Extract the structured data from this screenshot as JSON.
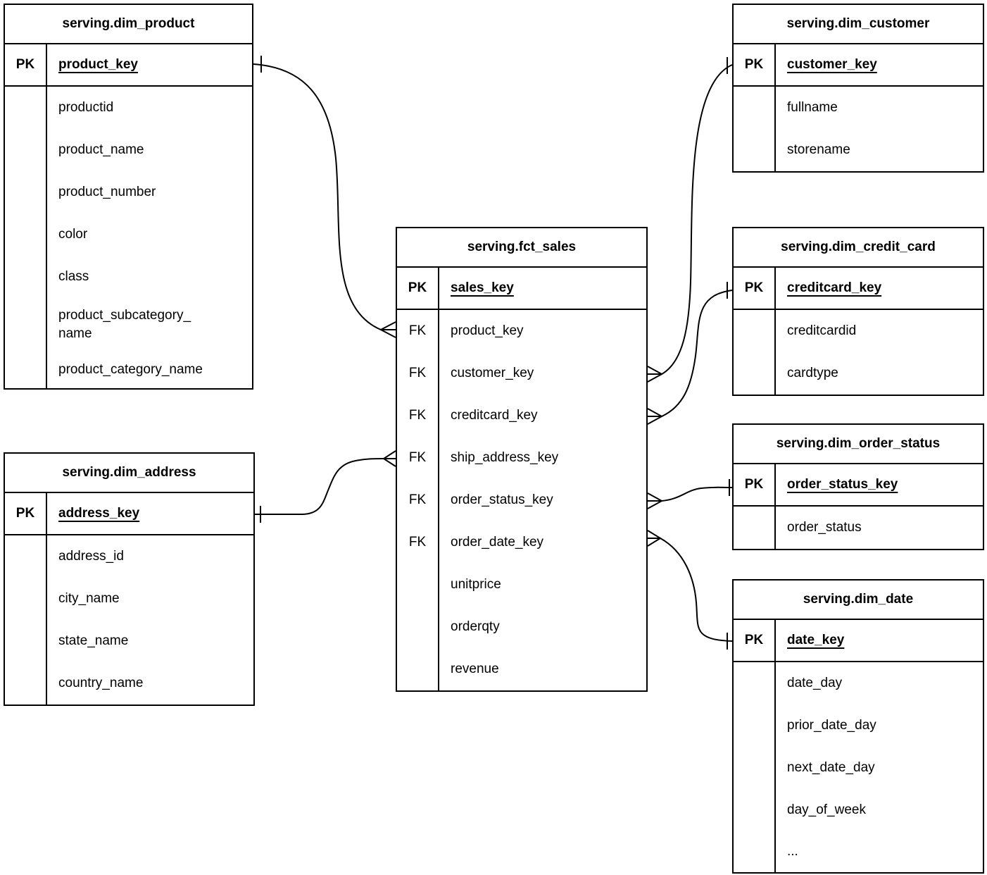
{
  "colors": {
    "line": "#000000",
    "background": "#ffffff",
    "text": "#000000"
  },
  "tables": {
    "dim_product": {
      "title": "serving.dim_product",
      "pk_label": "PK",
      "pk_field": "product_key",
      "rows": [
        {
          "key": "",
          "name": "productid"
        },
        {
          "key": "",
          "name": "product_name"
        },
        {
          "key": "",
          "name": "product_number"
        },
        {
          "key": "",
          "name": "color"
        },
        {
          "key": "",
          "name": "class"
        },
        {
          "key": "",
          "name": "product_subcategory_\nname"
        },
        {
          "key": "",
          "name": "product_category_name"
        }
      ]
    },
    "dim_customer": {
      "title": "serving.dim_customer",
      "pk_label": "PK",
      "pk_field": "customer_key",
      "rows": [
        {
          "key": "",
          "name": "fullname"
        },
        {
          "key": "",
          "name": "storename"
        }
      ]
    },
    "fct_sales": {
      "title": "serving.fct_sales",
      "pk_label": "PK",
      "pk_field": "sales_key",
      "rows": [
        {
          "key": "FK",
          "name": "product_key"
        },
        {
          "key": "FK",
          "name": "customer_key"
        },
        {
          "key": "FK",
          "name": "creditcard_key"
        },
        {
          "key": "FK",
          "name": "ship_address_key"
        },
        {
          "key": "FK",
          "name": "order_status_key"
        },
        {
          "key": "FK",
          "name": "order_date_key"
        },
        {
          "key": "",
          "name": "unitprice"
        },
        {
          "key": "",
          "name": "orderqty"
        },
        {
          "key": "",
          "name": "revenue"
        }
      ]
    },
    "dim_credit_card": {
      "title": "serving.dim_credit_card",
      "pk_label": "PK",
      "pk_field": "creditcard_key",
      "rows": [
        {
          "key": "",
          "name": "creditcardid"
        },
        {
          "key": "",
          "name": "cardtype"
        }
      ]
    },
    "dim_order_status": {
      "title": "serving.dim_order_status",
      "pk_label": "PK",
      "pk_field": "order_status_key",
      "rows": [
        {
          "key": "",
          "name": "order_status"
        }
      ]
    },
    "dim_date": {
      "title": "serving.dim_date",
      "pk_label": "PK",
      "pk_field": "date_key",
      "rows": [
        {
          "key": "",
          "name": "date_day"
        },
        {
          "key": "",
          "name": "prior_date_day"
        },
        {
          "key": "",
          "name": "next_date_day"
        },
        {
          "key": "",
          "name": "day_of_week"
        },
        {
          "key": "",
          "name": "..."
        }
      ]
    },
    "dim_address": {
      "title": "serving.dim_address",
      "pk_label": "PK",
      "pk_field": "address_key",
      "rows": [
        {
          "key": "",
          "name": "address_id"
        },
        {
          "key": "",
          "name": "city_name"
        },
        {
          "key": "",
          "name": "state_name"
        },
        {
          "key": "",
          "name": "country_name"
        }
      ]
    }
  },
  "relationships": [
    {
      "from": "serving.dim_product.product_key",
      "to": "serving.fct_sales.product_key",
      "cardinality": "one-to-many"
    },
    {
      "from": "serving.dim_customer.customer_key",
      "to": "serving.fct_sales.customer_key",
      "cardinality": "one-to-many"
    },
    {
      "from": "serving.dim_credit_card.creditcard_key",
      "to": "serving.fct_sales.creditcard_key",
      "cardinality": "one-to-many"
    },
    {
      "from": "serving.dim_order_status.order_status_key",
      "to": "serving.fct_sales.order_status_key",
      "cardinality": "one-to-many"
    },
    {
      "from": "serving.dim_date.date_key",
      "to": "serving.fct_sales.order_date_key",
      "cardinality": "one-to-many"
    },
    {
      "from": "serving.dim_address.address_key",
      "to": "serving.fct_sales.ship_address_key",
      "cardinality": "one-to-many"
    }
  ]
}
